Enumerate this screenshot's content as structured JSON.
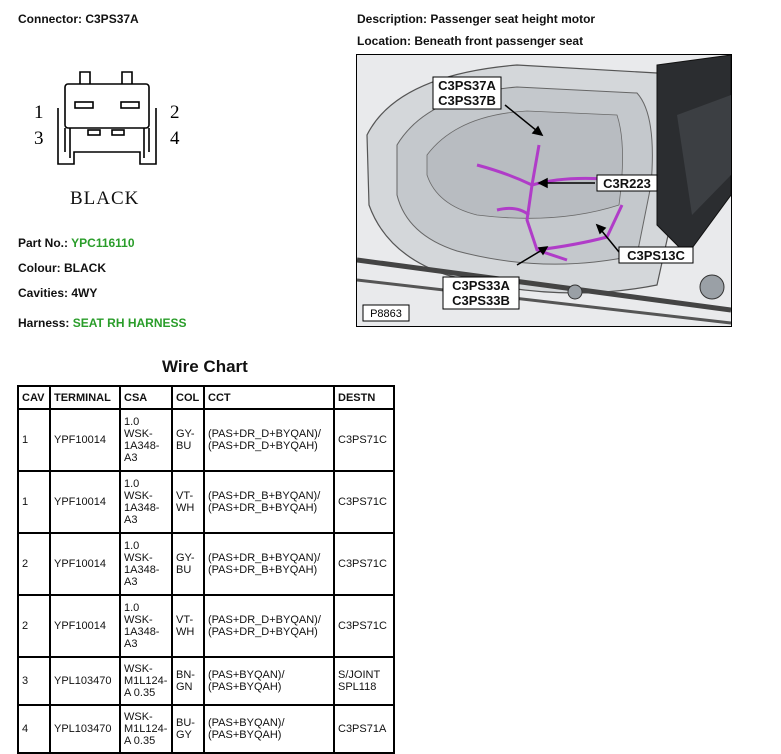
{
  "header": {
    "connector_label": "Connector:",
    "connector_value": "C3PS37A",
    "description_label": "Description:",
    "description_value": "Passenger seat height motor",
    "location_label": "Location:",
    "location_value": "Beneath front passenger seat"
  },
  "connector_diagram": {
    "pin1": "1",
    "pin2": "2",
    "pin3": "3",
    "pin4": "4",
    "caption": "BLACK"
  },
  "info": {
    "partno_label": "Part No.:",
    "partno_value": "YPC116110",
    "colour_label": "Colour:",
    "colour_value": "BLACK",
    "cavities_label": "Cavities:",
    "cavities_value": "4WY",
    "harness_label": "Harness:",
    "harness_value": "SEAT RH HARNESS"
  },
  "photo": {
    "tag_c3ps37a": "C3PS37A",
    "tag_c3ps37b": "C3PS37B",
    "tag_c3r223": "C3R223",
    "tag_c3ps13c": "C3PS13C",
    "tag_c3ps33a": "C3PS33A",
    "tag_c3ps33b": "C3PS33B",
    "ref": "P8863"
  },
  "wire_chart": {
    "title": "Wire Chart",
    "headers": {
      "cav": "CAV",
      "terminal": "TERMINAL",
      "csa": "CSA",
      "col": "COL",
      "cct": "CCT",
      "destn": "DESTN"
    },
    "rows": [
      {
        "cav": "1",
        "terminal": "YPF10014",
        "csa": "1.0\nWSK-\n1A348-\nA3",
        "col": "GY-\nBU",
        "cct": "(PAS+DR_D+BYQAN)/\n(PAS+DR_D+BYQAH)",
        "destn": "C3PS71C"
      },
      {
        "cav": "1",
        "terminal": "YPF10014",
        "csa": "1.0\nWSK-\n1A348-\nA3",
        "col": "VT-\nWH",
        "cct": "(PAS+DR_B+BYQAN)/\n(PAS+DR_B+BYQAH)",
        "destn": "C3PS71C"
      },
      {
        "cav": "2",
        "terminal": "YPF10014",
        "csa": "1.0\nWSK-\n1A348-\nA3",
        "col": "GY-\nBU",
        "cct": "(PAS+DR_B+BYQAN)/\n(PAS+DR_B+BYQAH)",
        "destn": "C3PS71C"
      },
      {
        "cav": "2",
        "terminal": "YPF10014",
        "csa": "1.0\nWSK-\n1A348-\nA3",
        "col": "VT-\nWH",
        "cct": "(PAS+DR_D+BYQAN)/\n(PAS+DR_D+BYQAH)",
        "destn": "C3PS71C"
      },
      {
        "cav": "3",
        "terminal": "YPL103470",
        "csa": "WSK-\nM1L124-\nA 0.35",
        "col": "BN-\nGN",
        "cct": "(PAS+BYQAN)/\n(PAS+BYQAH)",
        "destn": "S/JOINT\nSPL118"
      },
      {
        "cav": "4",
        "terminal": "YPL103470",
        "csa": "WSK-\nM1L124-\nA 0.35",
        "col": "BU-\nGY",
        "cct": "(PAS+BYQAN)/\n(PAS+BYQAH)",
        "destn": "C3PS71A"
      }
    ]
  },
  "colors": {
    "harness_highlight": "#b03cc8",
    "value_green": "#2a9d2a"
  }
}
